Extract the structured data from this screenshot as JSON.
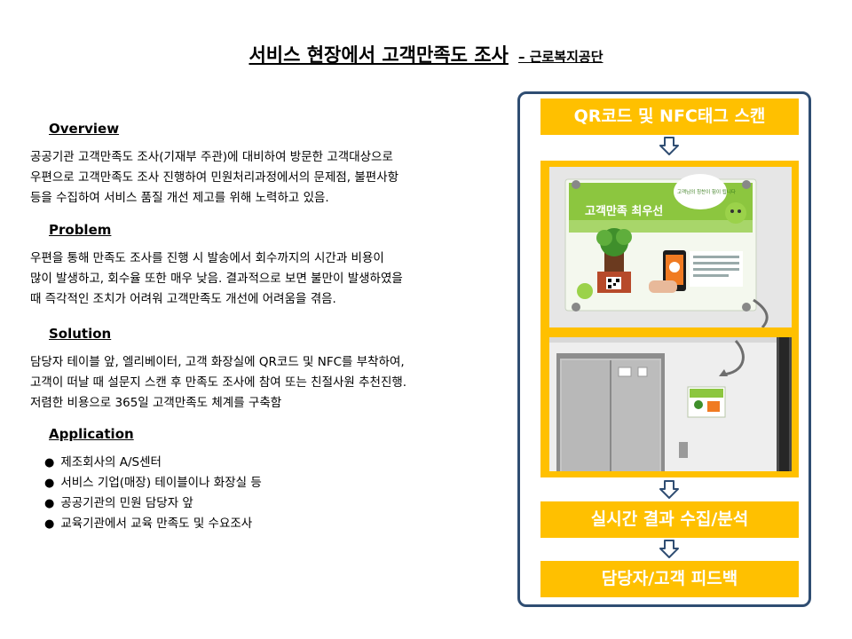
{
  "title": {
    "main": "서비스 현장에서 고객만족도 조사",
    "sub": "– 근로복지공단"
  },
  "sections": {
    "overview": {
      "heading": "Overview",
      "text": " 공공기관 고객만족도 조사(기재부 주관)에 대비하여 방문한 고객대상으로\n우편으로 고객만족도 조사 진행하여 민원처리과정에서의 문제점, 불편사항\n등을 수집하여 서비스 품질 개선 제고를 위해 노력하고 있음."
    },
    "problem": {
      "heading": "Problem",
      "text": " 우편을 통해 만족도 조사를 진행 시 발송에서 회수까지의 시간과 비용이\n많이 발생하고, 회수율 또한 매우 낮음. 결과적으로 보면 불만이 발생하였을\n때 즉각적인 조치가 어려워 고객만족도 개선에 어려움을 겪음."
    },
    "solution": {
      "heading": "Solution",
      "text": " 담당자 테이블 앞, 엘리베이터, 고객 화장실에 QR코드 및 NFC를 부착하여,\n고객이 떠날 때 설문지 스캔 후 만족도 조사에 참여 또는 친절사원 추천진행.\n 저렴한 비용으로 365일 고객만족도 체계를 구축함"
    },
    "application": {
      "heading": "Application",
      "items": [
        "제조회사의 A/S센터",
        "서비스 기업(매장) 테이블이나 화장실 등",
        "공공기관의 민원 담당자 앞",
        "교육기관에서 교육 만족도 및 수요조사"
      ]
    }
  },
  "flow": {
    "step1": "QR코드 및 NFC태그 스캔",
    "step2": "실시간 결과 수집/분석",
    "step3": "담당자/고객 피드백"
  },
  "poster": {
    "headline": "고객만족 최우선",
    "bubble": "고객님의 칭찬이 힘이 됩니다"
  },
  "colors": {
    "accent": "#ffc000",
    "panel_border": "#2f4d72"
  }
}
